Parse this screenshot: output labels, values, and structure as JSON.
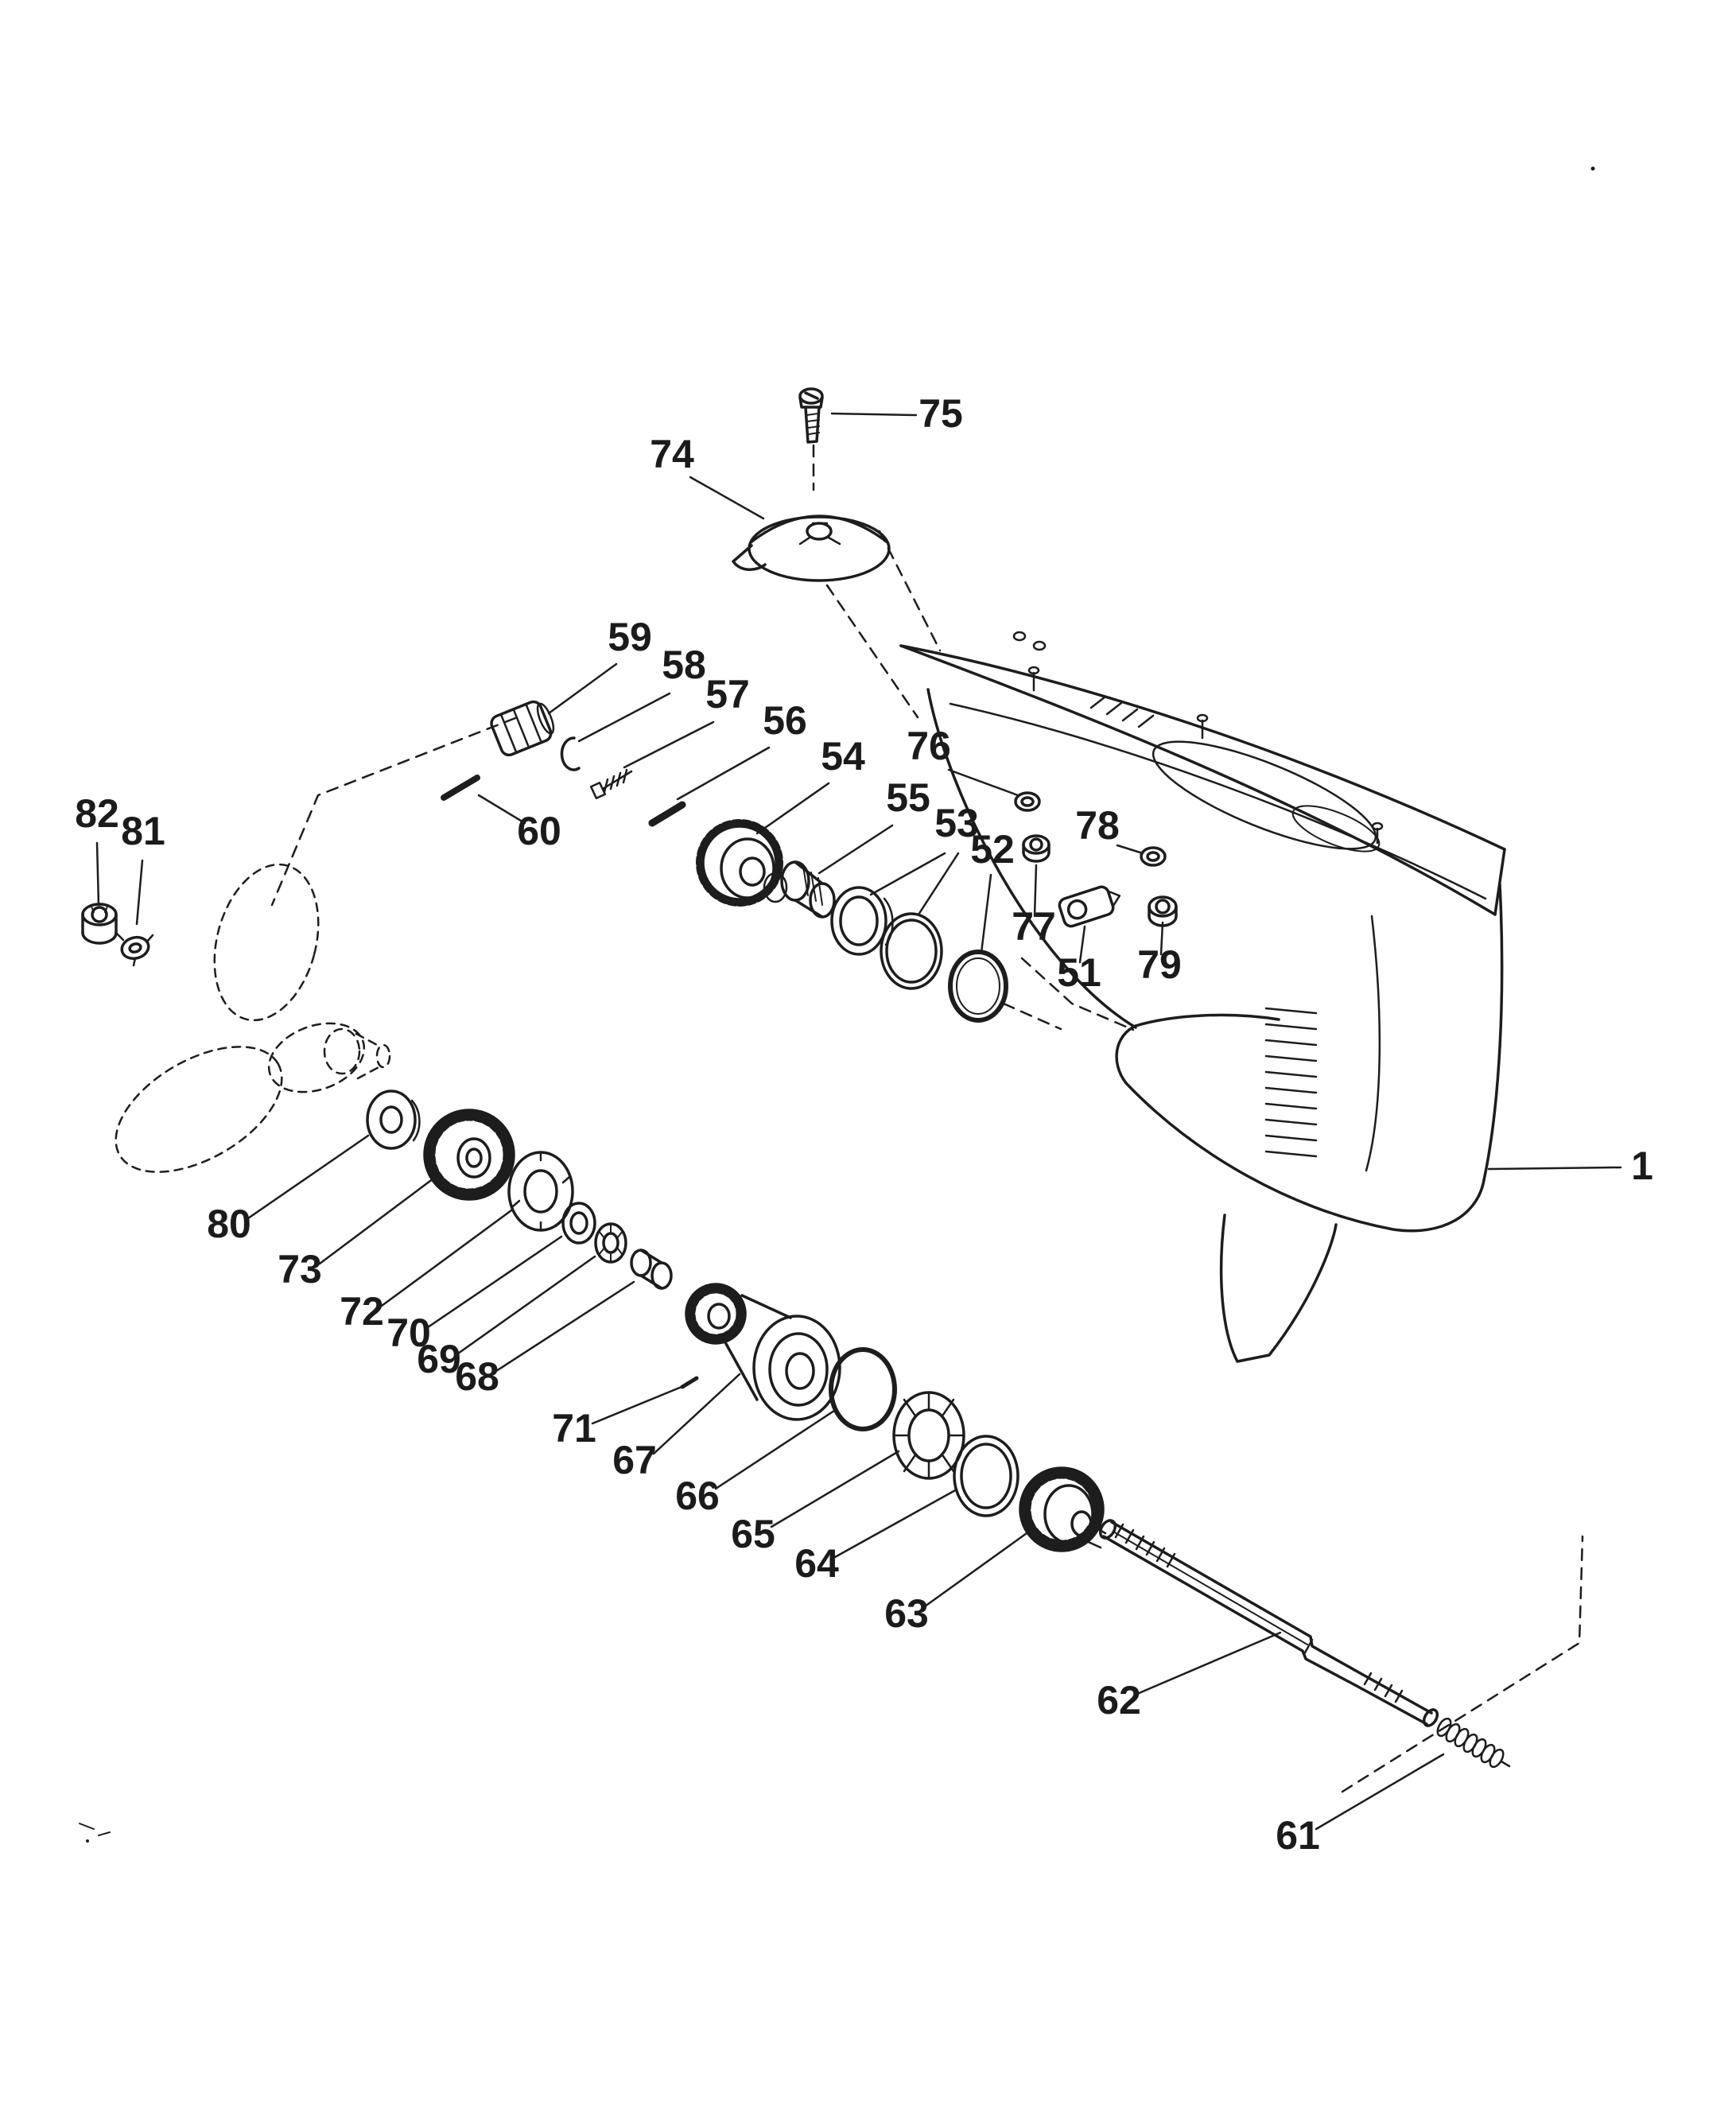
{
  "figure": {
    "kind": "exploded-parts-diagram"
  },
  "colors": {
    "ink": "#1d1d1d",
    "paper": "#ffffff"
  },
  "callouts": {
    "c1": "1",
    "c51": "51",
    "c52": "52",
    "c53": "53",
    "c54": "54",
    "c55": "55",
    "c56": "56",
    "c57": "57",
    "c58": "58",
    "c59": "59",
    "c60": "60",
    "c61": "61",
    "c62": "62",
    "c63": "63",
    "c64": "64",
    "c65": "65",
    "c66": "66",
    "c67": "67",
    "c68": "68",
    "c69": "69",
    "c70": "70",
    "c71": "71",
    "c72": "72",
    "c73": "73",
    "c74": "74",
    "c75": "75",
    "c76": "76",
    "c77": "77",
    "c78": "78",
    "c79": "79",
    "c80": "80",
    "c81": "81",
    "c82": "82"
  }
}
